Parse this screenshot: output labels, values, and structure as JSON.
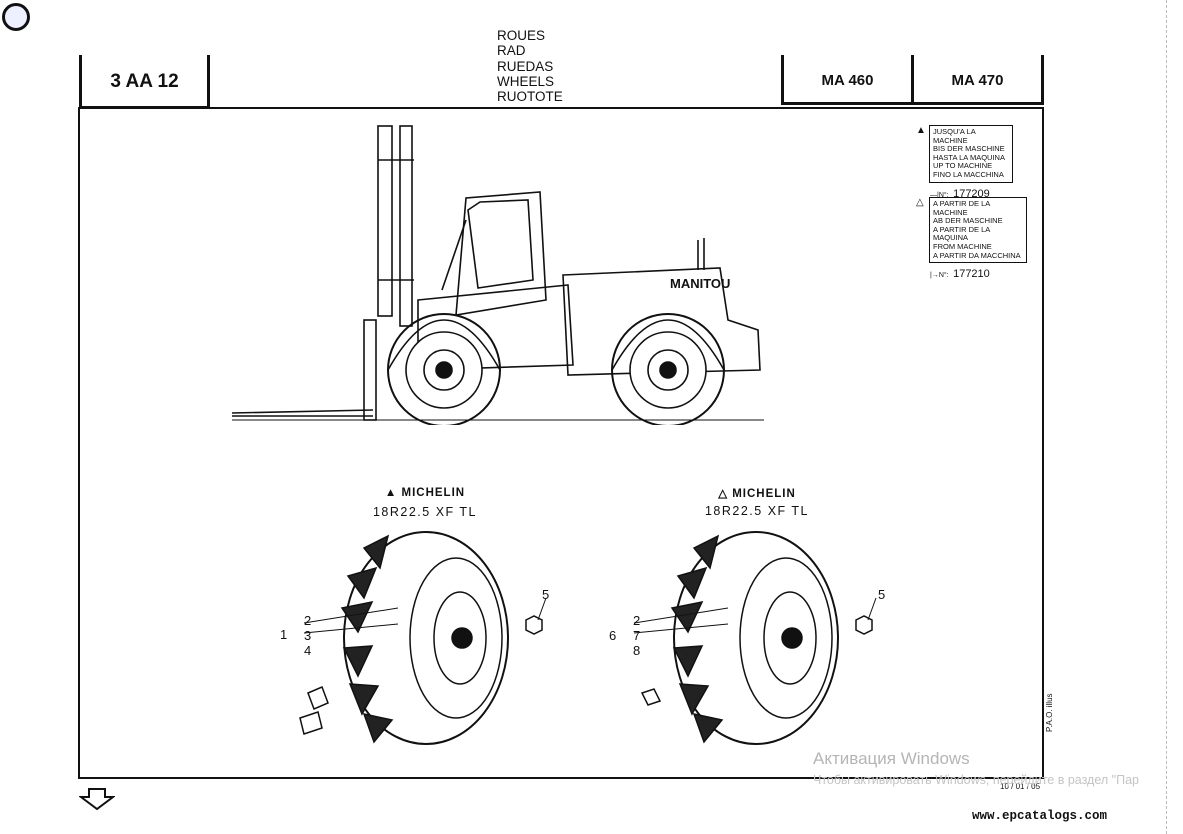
{
  "header": {
    "code": "3 AA 12",
    "title_lines": [
      "ROUES",
      "RAD",
      "RUEDAS",
      "WHEELS",
      "RUOTOTE"
    ],
    "models": [
      "MA 460",
      "MA 470"
    ]
  },
  "legend": {
    "until": {
      "symbol": "▲",
      "lines": [
        "JUSQU'A LA MACHINE",
        "BIS DER MASCHINE",
        "HASTA LA MAQUINA",
        "UP TO MACHINE",
        "FINO LA MACCHINA"
      ],
      "serial_prefix": "—|N°:",
      "serial": "177209"
    },
    "from": {
      "symbol": "△",
      "lines": [
        "A PARTIR DE LA MACHINE",
        "AB DER MASCHINE",
        "A PARTIR DE LA MAQUINA",
        "FROM MACHINE",
        "A PARTIR DA MACCHINA"
      ],
      "serial_prefix": "|→N°:",
      "serial": "177210"
    }
  },
  "machine": {
    "brand_text": "MANITOU"
  },
  "tires": [
    {
      "brand": "▲ MICHELIN",
      "size": "18R22.5 XF TL",
      "callouts": {
        "group": "1",
        "a": "2",
        "b": "3",
        "c": "4",
        "nut": "5"
      }
    },
    {
      "brand": "△ MICHELIN",
      "size": "18R22.5 XF TL",
      "callouts": {
        "group": "6",
        "a": "2",
        "b": "7",
        "c": "8",
        "nut": "5"
      }
    }
  ],
  "footer": {
    "date": "10 / 01 / 05",
    "side_note": "P.A.O. illus",
    "url": "www.epcatalogs.com",
    "watermark_title": "Активация Windows",
    "watermark_sub": "Чтобы активировать Windows, перейдите в раздел \"Пар"
  }
}
